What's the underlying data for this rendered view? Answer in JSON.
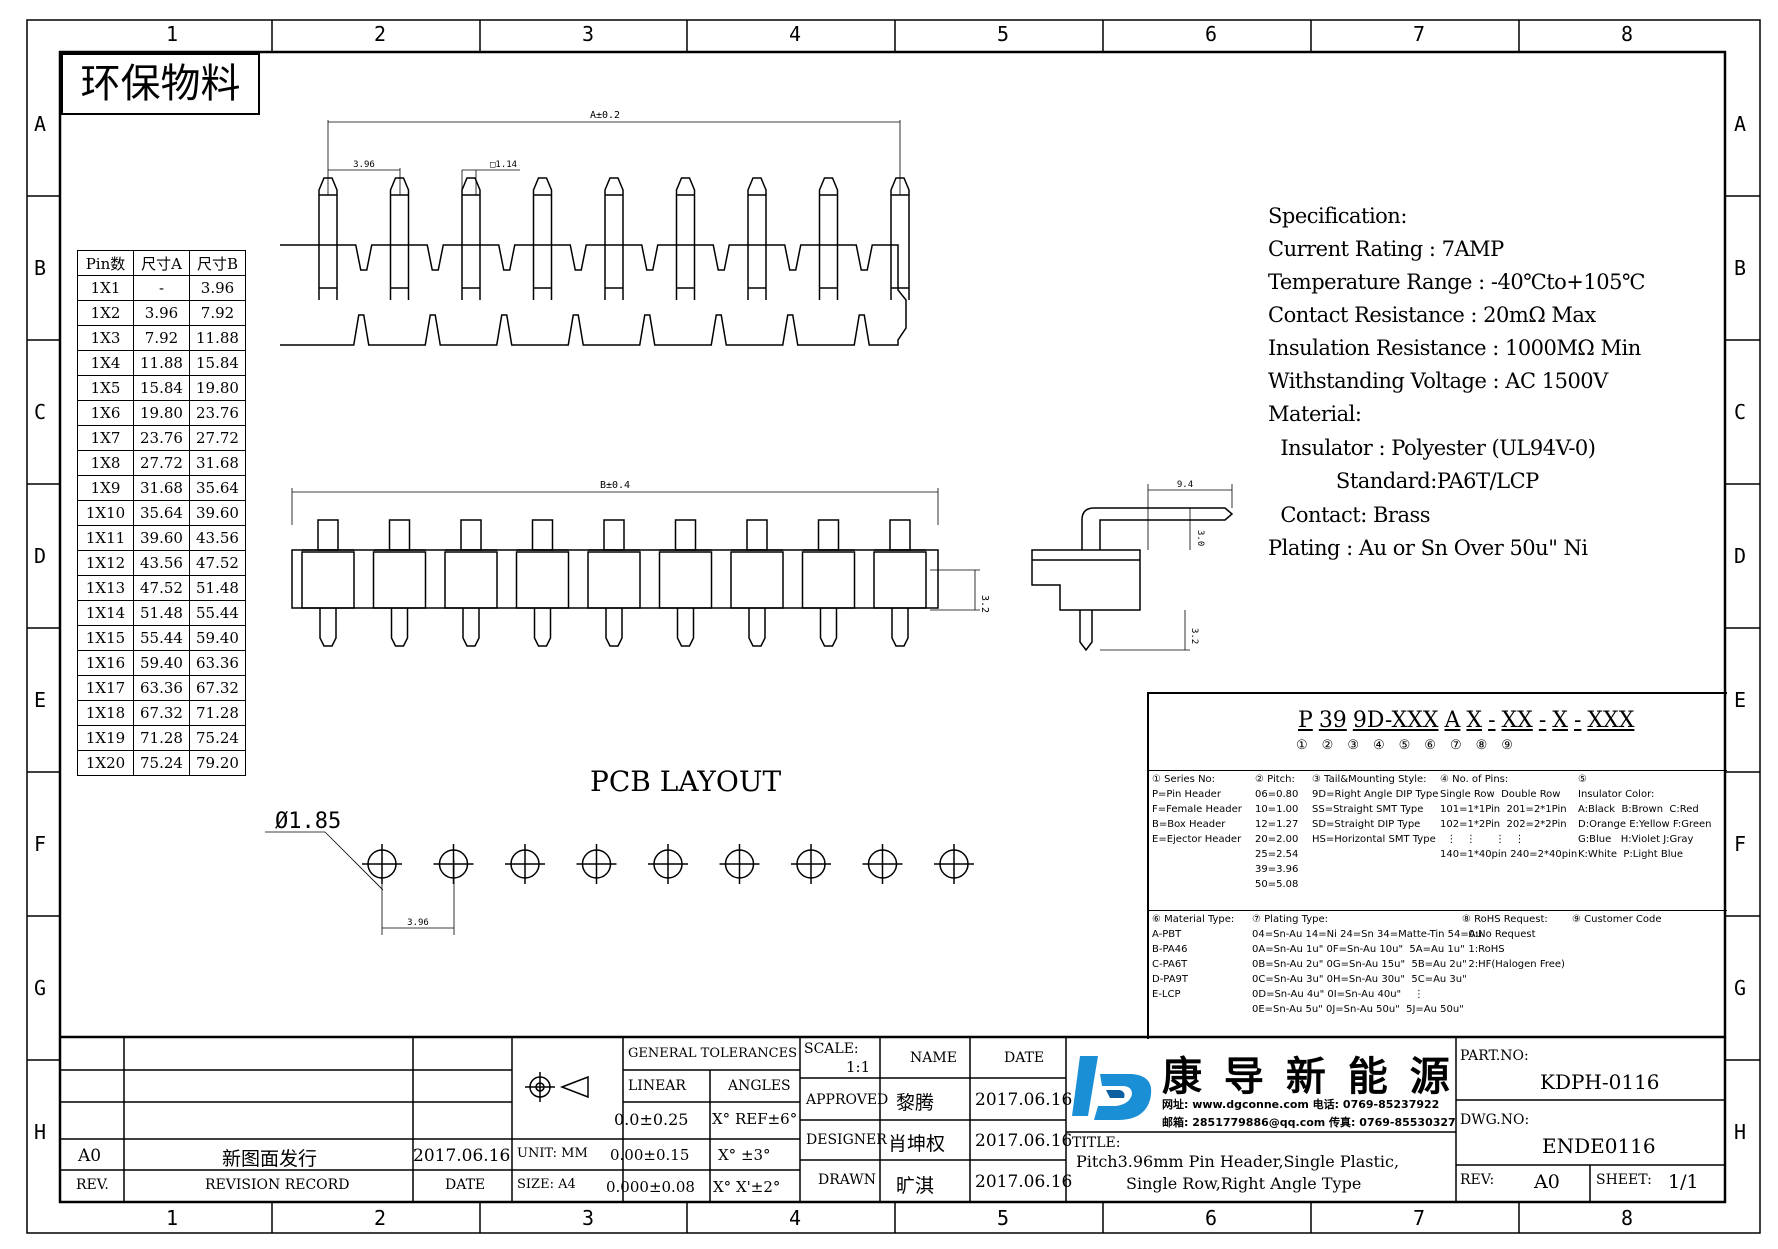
{
  "material_stamp": "环保物料",
  "grid": {
    "columns": [
      "1",
      "2",
      "3",
      "4",
      "5",
      "6",
      "7",
      "8"
    ],
    "rows": [
      "A",
      "B",
      "C",
      "D",
      "E",
      "F",
      "G",
      "H"
    ]
  },
  "dim_table": {
    "headers": [
      "Pin数",
      "尺寸A",
      "尺寸B"
    ],
    "rows": [
      [
        "1X1",
        "-",
        "3.96"
      ],
      [
        "1X2",
        "3.96",
        "7.92"
      ],
      [
        "1X3",
        "7.92",
        "11.88"
      ],
      [
        "1X4",
        "11.88",
        "15.84"
      ],
      [
        "1X5",
        "15.84",
        "19.80"
      ],
      [
        "1X6",
        "19.80",
        "23.76"
      ],
      [
        "1X7",
        "23.76",
        "27.72"
      ],
      [
        "1X8",
        "27.72",
        "31.68"
      ],
      [
        "1X9",
        "31.68",
        "35.64"
      ],
      [
        "1X10",
        "35.64",
        "39.60"
      ],
      [
        "1X11",
        "39.60",
        "43.56"
      ],
      [
        "1X12",
        "43.56",
        "47.52"
      ],
      [
        "1X13",
        "47.52",
        "51.48"
      ],
      [
        "1X14",
        "51.48",
        "55.44"
      ],
      [
        "1X15",
        "55.44",
        "59.40"
      ],
      [
        "1X16",
        "59.40",
        "63.36"
      ],
      [
        "1X17",
        "63.36",
        "67.32"
      ],
      [
        "1X18",
        "67.32",
        "71.28"
      ],
      [
        "1X19",
        "71.28",
        "75.24"
      ],
      [
        "1X20",
        "75.24",
        "79.20"
      ]
    ]
  },
  "drawing_labels": {
    "dim_a": "A±0.2",
    "pitch": "3.96",
    "pin_size": "□1.14",
    "dim_b": "B±0.4",
    "height": "3.2",
    "side_top": "9.4",
    "side_mid": "3.0",
    "side_bottom": "3.2"
  },
  "pcb": {
    "title": "PCB LAYOUT",
    "hole": "Ø1.85",
    "pitch": "3.96"
  },
  "spec": {
    "lines": [
      "Specification:",
      "Current Rating : 7AMP",
      "Temperature Range : -40℃to+105℃",
      "Contact Resistance : 20mΩ Max",
      "Insulation Resistance : 1000MΩ Min",
      "Withstanding Voltage : AC 1500V",
      "Material:",
      "  Insulator : Polyester (UL94V-0)",
      "           Standard:PA6T/LCP",
      "  Contact: Brass",
      "Plating : Au or Sn Over 50u\" Ni"
    ]
  },
  "part_code": {
    "segments": [
      "P",
      "39",
      "9D-XXX",
      "A",
      "X",
      "-",
      "XX",
      "-",
      "X",
      "-",
      "XXX"
    ],
    "markers": [
      "①",
      "②",
      "③",
      "④",
      "⑤",
      "⑥",
      "⑦",
      "⑧",
      "⑨"
    ],
    "series": "① Series No:\nP=Pin Header\nF=Female Header\nB=Box Header\nE=Ejector Header",
    "pitch": "② Pitch:\n06=0.80\n10=1.00\n12=1.27\n20=2.00\n25=2.54\n39=3.96\n50=5.08",
    "tail": "③ Tail&Mounting Style:\n9D=Right Angle DIP Type\nSS=Straight SMT Type\nSD=Straight DIP Type\nHS=Horizontal SMT Type",
    "pins": "④ No. of Pins:\nSingle Row  Double Row\n101=1*1Pin  201=2*1Pin\n102=1*2Pin  202=2*2Pin\n  ⋮   ⋮      ⋮   ⋮\n140=1*40pin 240=2*40pin",
    "color": "⑤\nInsulator Color:\nA:Black  B:Brown  C:Red\nD:Orange E:Yellow F:Green\nG:Blue   H:Violet J:Gray\nK:White  P:Light Blue",
    "material": "⑥ Material Type:\nA-PBT\nB-PA46\nC-PA6T\nD-PA9T\nE-LCP",
    "plating": "⑦ Plating Type:\n04=Sn-Au 14=Ni 24=Sn 34=Matte-Tin 54=Au\n0A=Sn-Au 1u\" 0F=Sn-Au 10u\"  5A=Au 1u\"\n0B=Sn-Au 2u\" 0G=Sn-Au 15u\"  5B=Au 2u\"\n0C=Sn-Au 3u\" 0H=Sn-Au 30u\"  5C=Au 3u\"\n0D=Sn-Au 4u\" 0I=Sn-Au 40u\"    ⋮\n0E=Sn-Au 5u\" 0J=Sn-Au 50u\"  5J=Au 50u\"",
    "rohs": "⑧ RoHS Request:\n  0:No Request\n  1:RoHS\n  2:HF(Halogen Free)",
    "customer": "⑨ Customer Code"
  },
  "title_block": {
    "rev_value": "A0",
    "revision_text": "新图面发行",
    "rev_date": "2017.06.16",
    "rev_label": "REV.",
    "revision_record_label": "REVISION RECORD",
    "date_label": "DATE",
    "general_tolerances": "GENERAL TOLERANCES",
    "linear": "LINEAR",
    "angles": "ANGLES",
    "tol1": "0.0±0.25",
    "ang1": "X° REF±6°",
    "unit": "UNIT: MM",
    "tol2": "0.00±0.15",
    "ang2": "X° ±3°",
    "size": "SIZE: A4",
    "tol3": "0.000±0.08",
    "ang3": "X° X'±2°",
    "scale_label": "SCALE:",
    "scale_value": "1:1",
    "name_label": "NAME",
    "date_col_label": "DATE",
    "approved_label": "APPROVED",
    "approved_name": "黎腾",
    "approved_date": "2017.06.16",
    "designer_label": "DESIGNER",
    "designer_name": "肖坤权",
    "designer_date": "2017.06.16",
    "drawn_label": "DRAWN",
    "drawn_name": "旷淇",
    "drawn_date": "2017.06.16",
    "company": "康 导 新 能 源",
    "contact1": "网址: www.dgconne.com   电话: 0769-85237922",
    "contact2": "邮箱: 2851779886@qq.com  传真: 0769-85530327",
    "title_label": "TITLE:",
    "title_line1": "Pitch3.96mm Pin Header,Single Plastic,",
    "title_line2": "Single Row,Right Angle Type",
    "part_no_label": "PART.NO:",
    "part_no": "KDPH-0116",
    "dwg_no_label": "DWG.NO:",
    "dwg_no": "ENDE0116",
    "rev_block_label": "REV:",
    "rev_block_value": "A0",
    "sheet_label": "SHEET:",
    "sheet_value": "1/1"
  }
}
